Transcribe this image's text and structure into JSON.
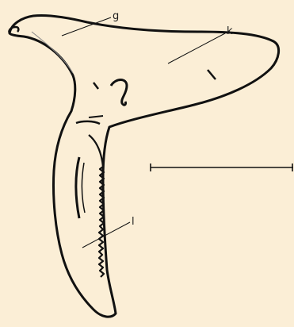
{
  "labels": {
    "g": "g",
    "k": "k",
    "l": "l"
  },
  "colors": {
    "background": "#fbeed6",
    "ink": "#111111"
  }
}
